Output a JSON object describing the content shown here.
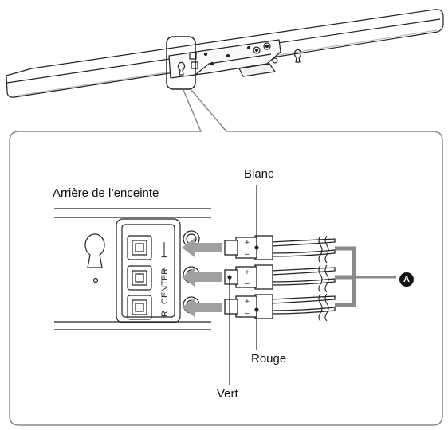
{
  "labels": {
    "speaker_rear": "Arrière de l’enceinte",
    "white": "Blanc",
    "red": "Rouge",
    "green": "Vert",
    "callout": "A"
  },
  "jacks": [
    "R",
    "CENTER",
    "L"
  ],
  "colors": {
    "line": "#222222",
    "arrow": "#a0a0a0",
    "panel_border": "#8a8a8a"
  }
}
